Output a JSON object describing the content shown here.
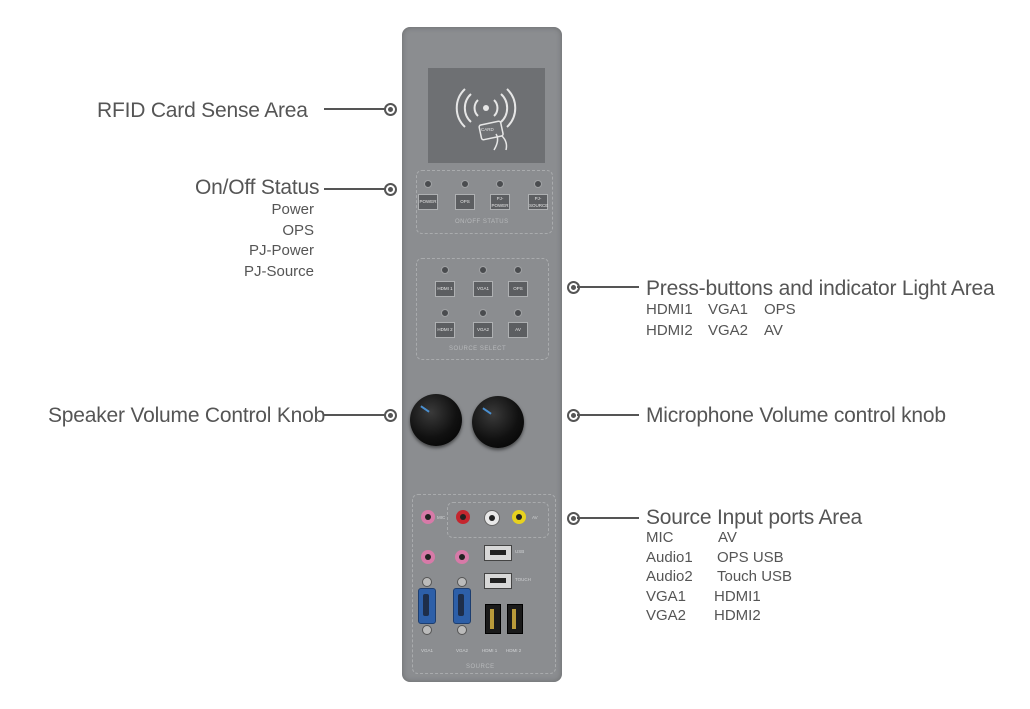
{
  "callouts": {
    "rfid": {
      "title": "RFID Card Sense Area"
    },
    "status": {
      "title": "On/Off Status",
      "items": [
        "Power",
        "OPS",
        "PJ-Power",
        "PJ-Source"
      ]
    },
    "press": {
      "title": "Press-buttons and indicator Light Area",
      "rows": [
        [
          "HDMI1",
          "VGA1",
          "OPS"
        ],
        [
          "HDMI2",
          "VGA2",
          "AV"
        ]
      ]
    },
    "speaker": {
      "title": "Speaker Volume Control Knob"
    },
    "mic": {
      "title": "Microphone Volume control knob"
    },
    "source": {
      "title": "Source Input ports Area",
      "rows": [
        [
          "MIC",
          "AV"
        ],
        [
          "Audio1",
          "OPS USB"
        ],
        [
          "Audio2",
          "Touch USB"
        ],
        [
          "VGA1",
          "HDMI1"
        ],
        [
          "VGA2",
          "HDMI2"
        ]
      ]
    }
  },
  "panel": {
    "rfid_card_label": "CARD",
    "status_buttons": [
      "POWER",
      "OPS",
      "PJ-POWER",
      "PJ-SOURCE"
    ],
    "status_section_label": "ON/OFF STATUS",
    "source_buttons_row1": [
      "HDMI 1",
      "VGA1",
      "OPS"
    ],
    "source_buttons_row2": [
      "HDMI 2",
      "VGA2",
      "AV"
    ],
    "source_select_label": "SOURCE SELECT",
    "port_labels": {
      "mic": "MIC",
      "av": "AV",
      "usb1": "USB",
      "usb2": "TOUCH",
      "vga1": "VGA1",
      "vga2": "VGA2",
      "hdmi1": "HDMI 1",
      "hdmi2": "HDMI 2"
    },
    "source_section_label": "SOURCE"
  },
  "colors": {
    "panel": "#8b8d90",
    "rfid_area": "#6e7073",
    "jack_pink": "#d77aa8",
    "jack_red": "#c4262e",
    "jack_white": "#e8e8e8",
    "jack_yellow": "#e8d21f",
    "vga_blue": "#2d5fa8"
  }
}
